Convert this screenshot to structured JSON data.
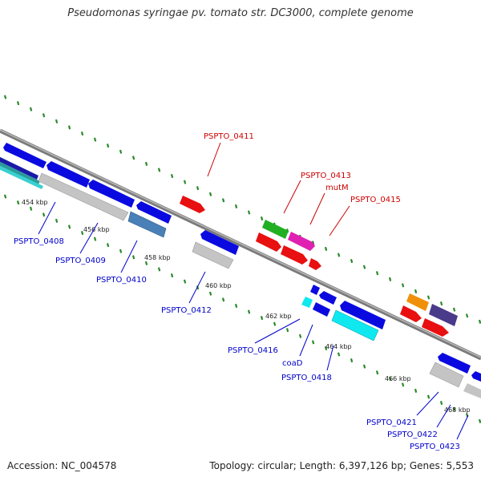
{
  "title": "Pseudomonas syringae pv. tomato str. DC3000, complete genome",
  "footer": {
    "accession": "Accession: NC_004578",
    "summary": "Topology: circular; Length: 6,397,126 bp; Genes: 5,553"
  },
  "colors": {
    "backbone": "#8c8c8c",
    "tick": "#2a8a2a",
    "forward_gene_label": "#cc0000",
    "reverse_gene_label": "#0000cc",
    "blue": "#0a0ae0",
    "gray": "#c8c8c8",
    "red": "#e81010",
    "green": "#22b022",
    "magenta": "#e020b0",
    "cyan": "#10e8f0",
    "orange": "#f0900a",
    "slate": "#4a3a8a",
    "steel": "#4a80b8"
  },
  "scale_labels": [
    "454 kbp",
    "456 kbp",
    "458 kbp",
    "460 kbp",
    "462 kbp",
    "464 kbp",
    "466 kbp",
    "468 kbp"
  ],
  "forward_labels": [
    "PSPTO_0411",
    "PSPTO_0413",
    "mutM",
    "PSPTO_0415"
  ],
  "reverse_labels": [
    "PSPTO_0408",
    "PSPTO_0409",
    "PSPTO_0410",
    "PSPTO_0412",
    "PSPTO_0416",
    "coaD",
    "PSPTO_0418",
    "PSPTO_0421",
    "PSPTO_0422",
    "PSPTO_0423"
  ]
}
